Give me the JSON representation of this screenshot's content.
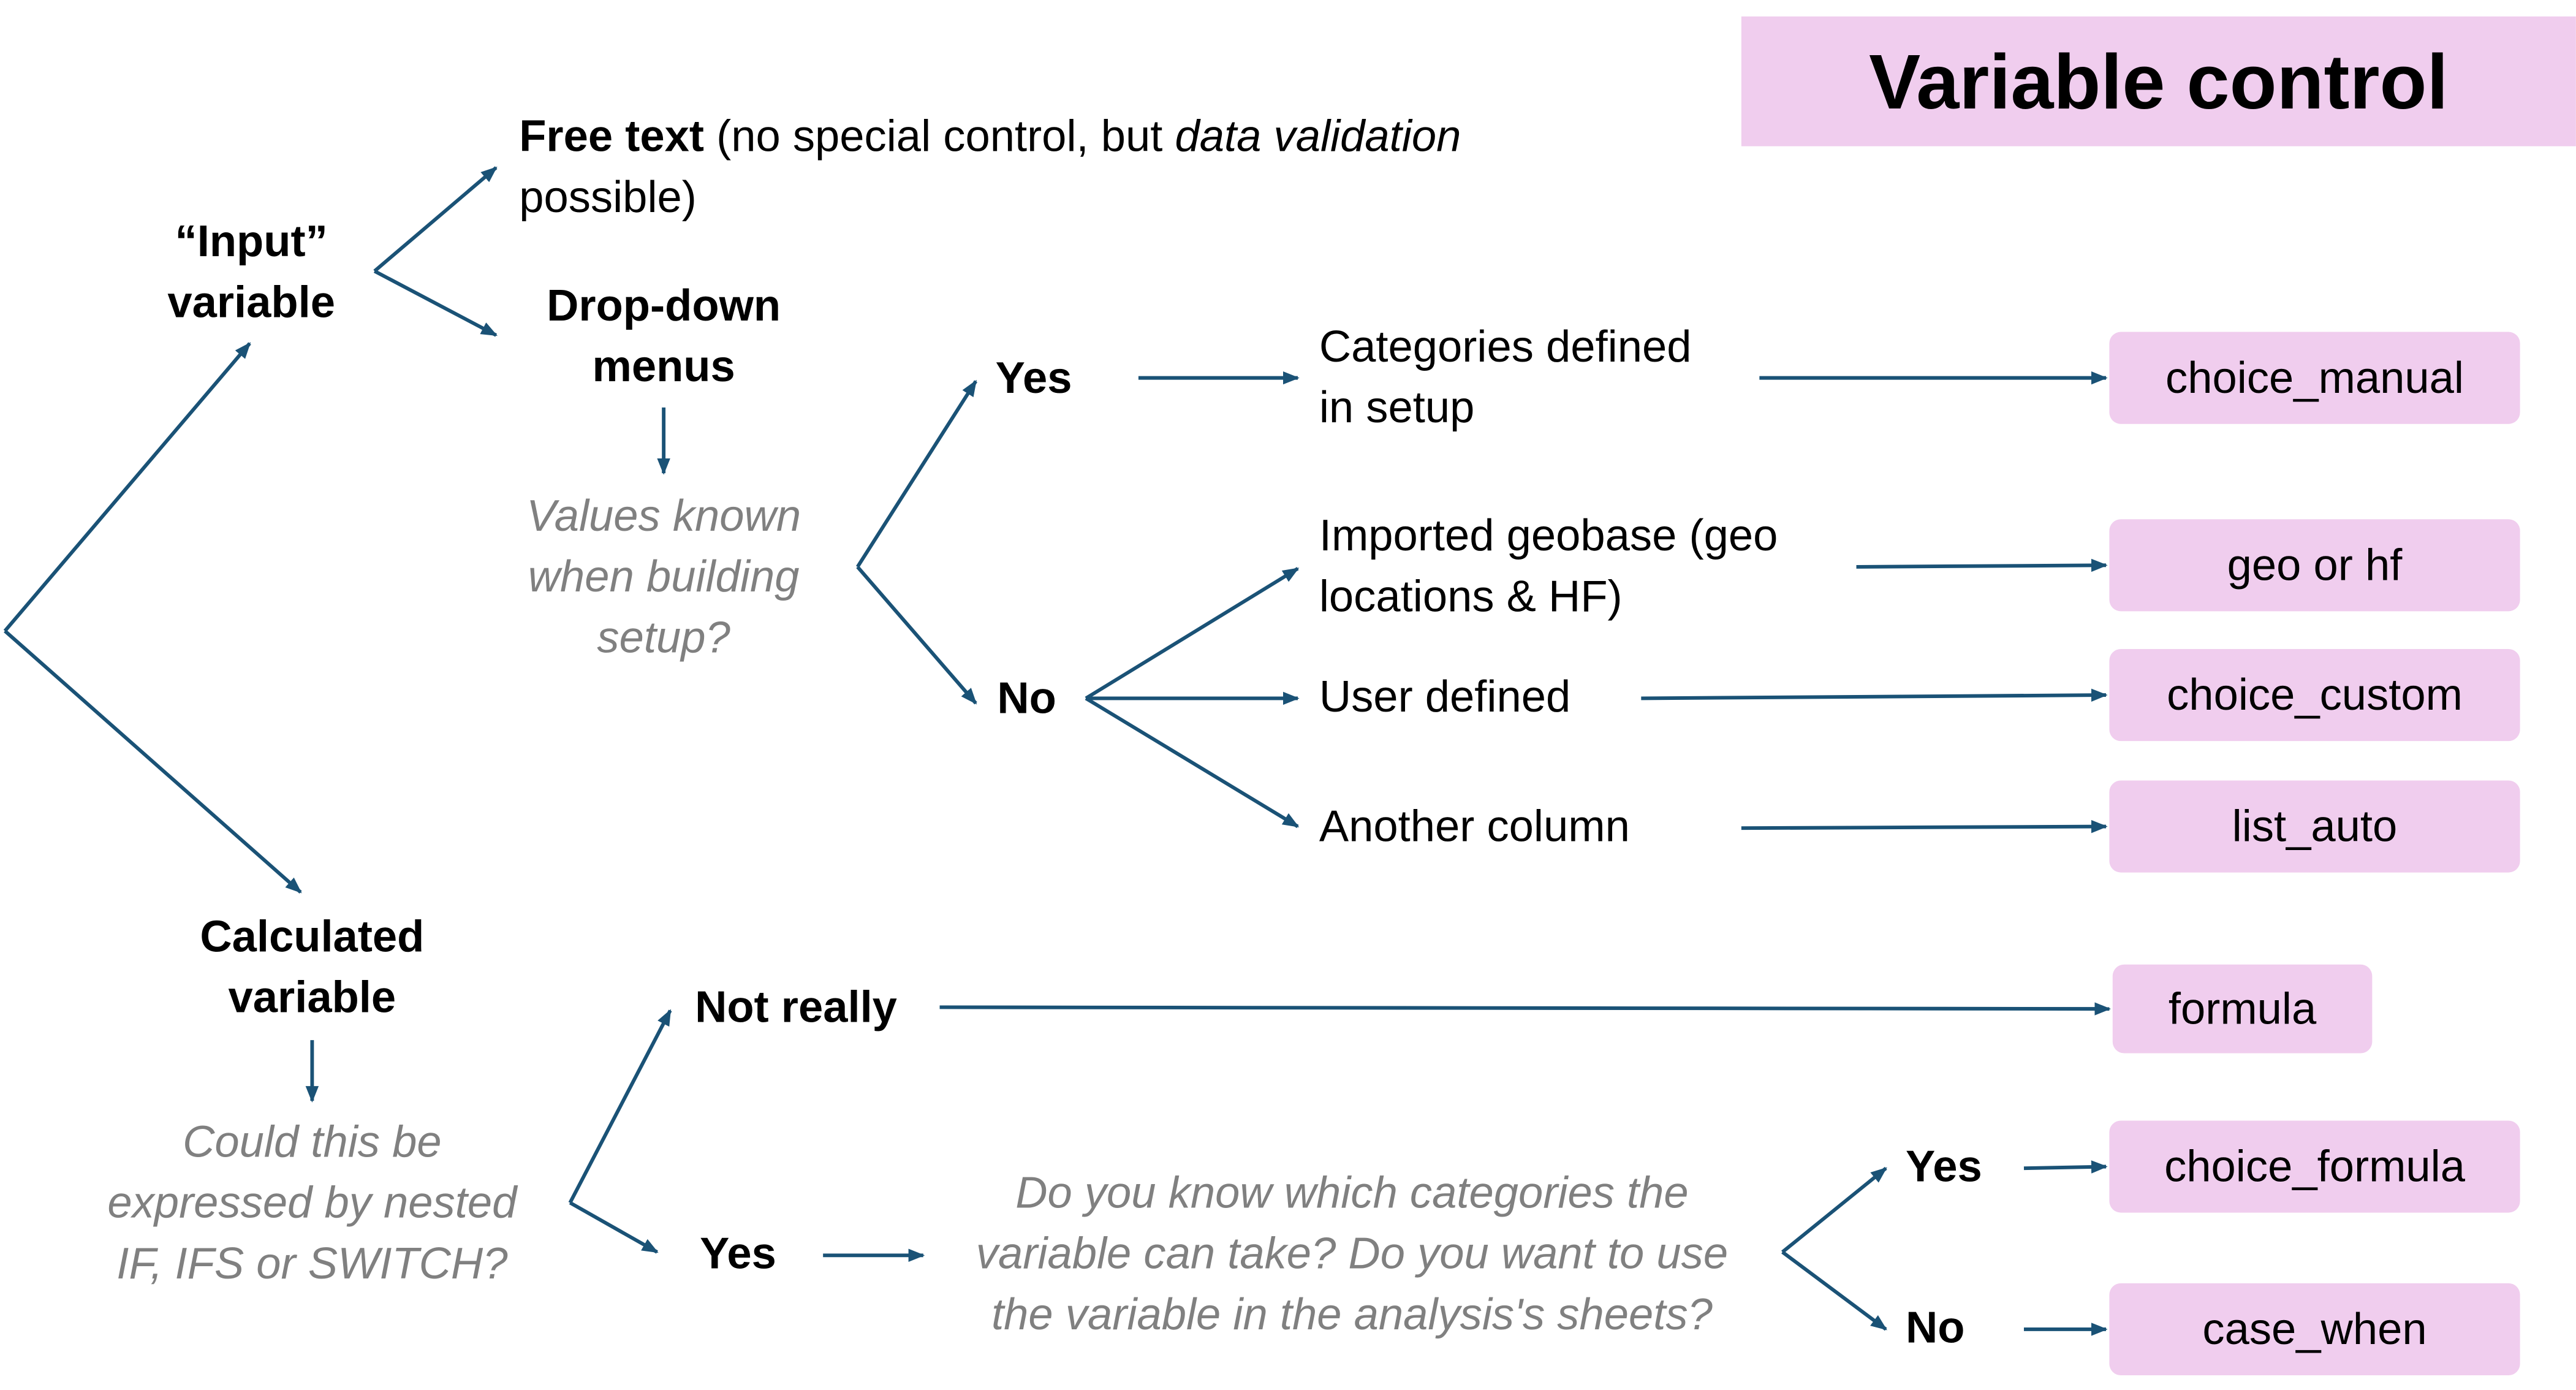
{
  "title": "Variable control",
  "input_branch": {
    "label_line1": "“Input”",
    "label_line2": "variable",
    "free_text": {
      "bold": "Free text",
      "rest": " (no special control, but ",
      "italic": "data validation",
      "line2": "possible)"
    },
    "dropdown": {
      "line1": "Drop-down",
      "line2": "menus"
    },
    "question": {
      "line1": "Values known",
      "line2": "when building",
      "line3": "setup?"
    },
    "yes": "Yes",
    "no": "No",
    "options": {
      "categories": {
        "line1": "Categories defined",
        "line2": "in setup"
      },
      "geobase": {
        "line1": "Imported geobase (geo",
        "line2": "locations & HF)"
      },
      "user_defined": "User defined",
      "another_column": "Another column"
    }
  },
  "calculated_branch": {
    "label_line1": "Calculated",
    "label_line2": "variable",
    "question": {
      "line1": "Could this be",
      "line2": "expressed by nested",
      "line3": "IF, IFS or SWITCH?"
    },
    "not_really": "Not really",
    "yes": "Yes",
    "question2": {
      "line1": "Do you know which categories the",
      "line2": "variable can take? Do you want to use",
      "line3": "the variable in the analysis's sheets?"
    },
    "yes2": "Yes",
    "no2": "No"
  },
  "results": {
    "choice_manual": "choice_manual",
    "geo_or_hf": "geo or hf",
    "choice_custom": "choice_custom",
    "list_auto": "list_auto",
    "formula": "formula",
    "choice_formula": "choice_formula",
    "case_when": "case_when"
  },
  "colors": {
    "arrow": "#1a5276",
    "box_fill": "#f0cdee",
    "question_text": "#808080",
    "text": "#000000"
  }
}
